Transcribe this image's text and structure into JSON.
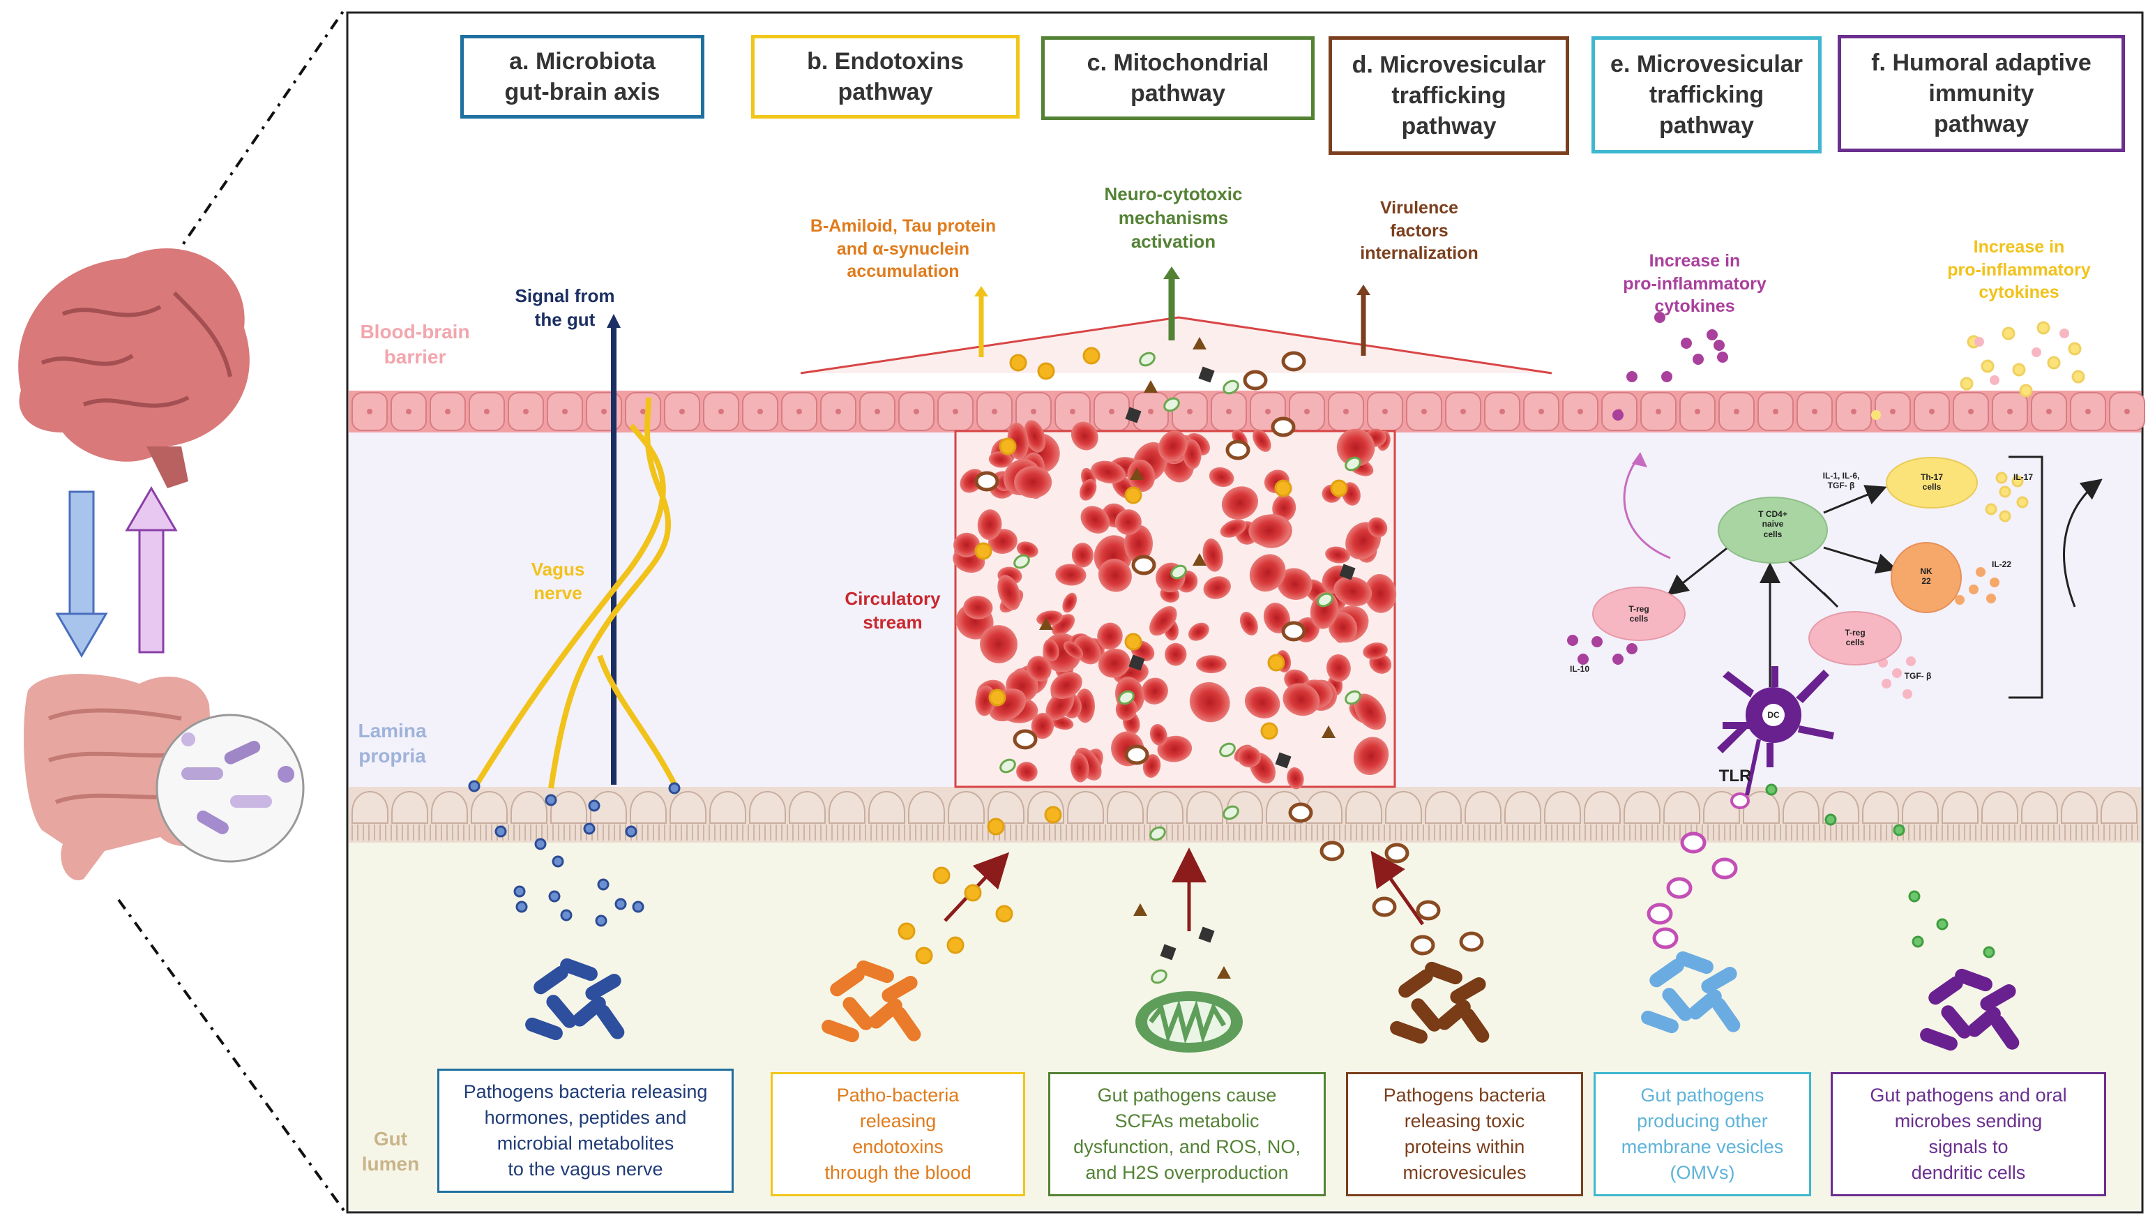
{
  "pathways": [
    {
      "id": "a",
      "title": "a. Microbiota\ngut-brain axis",
      "color": "#1f6f9f",
      "caption": "Pathogens bacteria releasing\nhormones, peptides and\nmicrobial metabolites\nto the vagus nerve",
      "caption_color": "#203c78"
    },
    {
      "id": "b",
      "title": "b. Endotoxins\npathway",
      "color": "#f1c61a",
      "caption": "Patho-bacteria\nreleasing\nendotoxins\nthrough the blood",
      "caption_color": "#e07b1c"
    },
    {
      "id": "c",
      "title": "c. Mitochondrial\npathway",
      "color": "#548235",
      "caption": "Gut pathogens cause\nSCFAs metabolic\ndysfunction, and ROS, NO,\nand H2S overproduction",
      "caption_color": "#548235"
    },
    {
      "id": "d",
      "title": "d. Microvesicular\ntrafficking\npathway",
      "color": "#7b3f1d",
      "caption": "Pathogens bacteria\nreleasing toxic\nproteins within\nmicrovesicules",
      "caption_color": "#7b3f1d"
    },
    {
      "id": "e",
      "title": "e. Microvesicular\ntrafficking\npathway",
      "color": "#3fb7d0",
      "caption": "Gut pathogens\nproducing other\nmembrane vesicles\n(OMVs)",
      "caption_color": "#5fb3d9"
    },
    {
      "id": "f",
      "title": "f. Humoral adaptive\nimmunity\npathway",
      "color": "#6a2f8f",
      "caption": "Gut pathogens and oral\nmicrobes sending\nsignals to\ndendritic cells",
      "caption_color": "#6a2f8f"
    }
  ],
  "layers": {
    "bbb": "Blood-brain\nbarrier",
    "lamina": "Lamina\npropria",
    "lumen": "Gut\nlumen"
  },
  "labels": {
    "signal": "Signal from\nthe gut",
    "vagus": "Vagus\nnerve",
    "circulatory": "Circulatory\nstream",
    "amyloid": "B-Amiloid, Tau protein\nand α-synuclein\naccumulation",
    "neuro": "Neuro-cytotoxic\nmechanisms\nactivation",
    "virulence": "Virulence\nfactors\ninternalization",
    "proinf_e": "Increase in\npro-inflammatory\ncytokines",
    "proinf_f": "Increase in\npro-inflammatory\ncytokines",
    "tlr": "TLR"
  },
  "immune": {
    "tcd4": "T CD4+\nnaive\ncells",
    "th17": "Th-17\ncells",
    "nk22": "NK\n22",
    "treg_left": "T-reg\ncells",
    "treg_right": "T-reg\ncells",
    "dc": "DC",
    "il1": "IL-1, IL-6,\nTGF- β",
    "il17": "IL-17",
    "il22": "IL-22",
    "il10": "IL-10",
    "tgfb": "TGF- β"
  },
  "palette": {
    "bbb_cells": "#f1a0a4",
    "gut_cells": "#ecdcd2",
    "lumen_bg": "#f6f6e8",
    "lamina_bg": "#f3f1fa",
    "blood_red": "#d43535"
  },
  "icons": [
    "brain-icon",
    "intestine-icon",
    "bacteria-icon",
    "mitochondrion-icon",
    "dendritic-cell-icon",
    "red-blood-cell-icon"
  ]
}
